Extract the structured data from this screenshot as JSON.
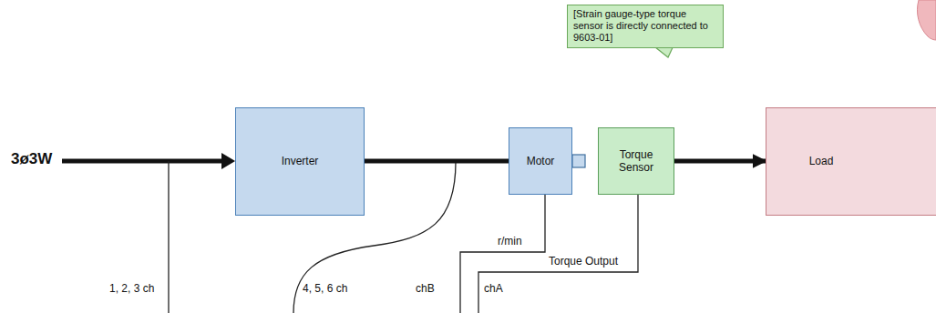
{
  "diagram": {
    "nodes": [
      {
        "text": [
          "Inverter"
        ]
      },
      {
        "text": [
          "Motor"
        ]
      },
      {
        "text": [
          "Torque Sensor"
        ]
      },
      {
        "text": [
          "Load"
        ]
      },
      {
        "text": [
          "[Strain gauge-type torque sensor is directly connected to 9603-01]"
        ]
      }
    ],
    "edges": [
      {
        "from": 0,
        "to": 1,
        "arrow": "none"
      },
      {
        "from": 2,
        "to": 3,
        "arrow": "to"
      }
    ],
    "labels": [
      "3ø3W",
      "1, 2, 3 ch",
      "4, 5, 6 ch",
      "chB",
      "chA",
      "r/min",
      "Torque Output"
    ]
  }
}
